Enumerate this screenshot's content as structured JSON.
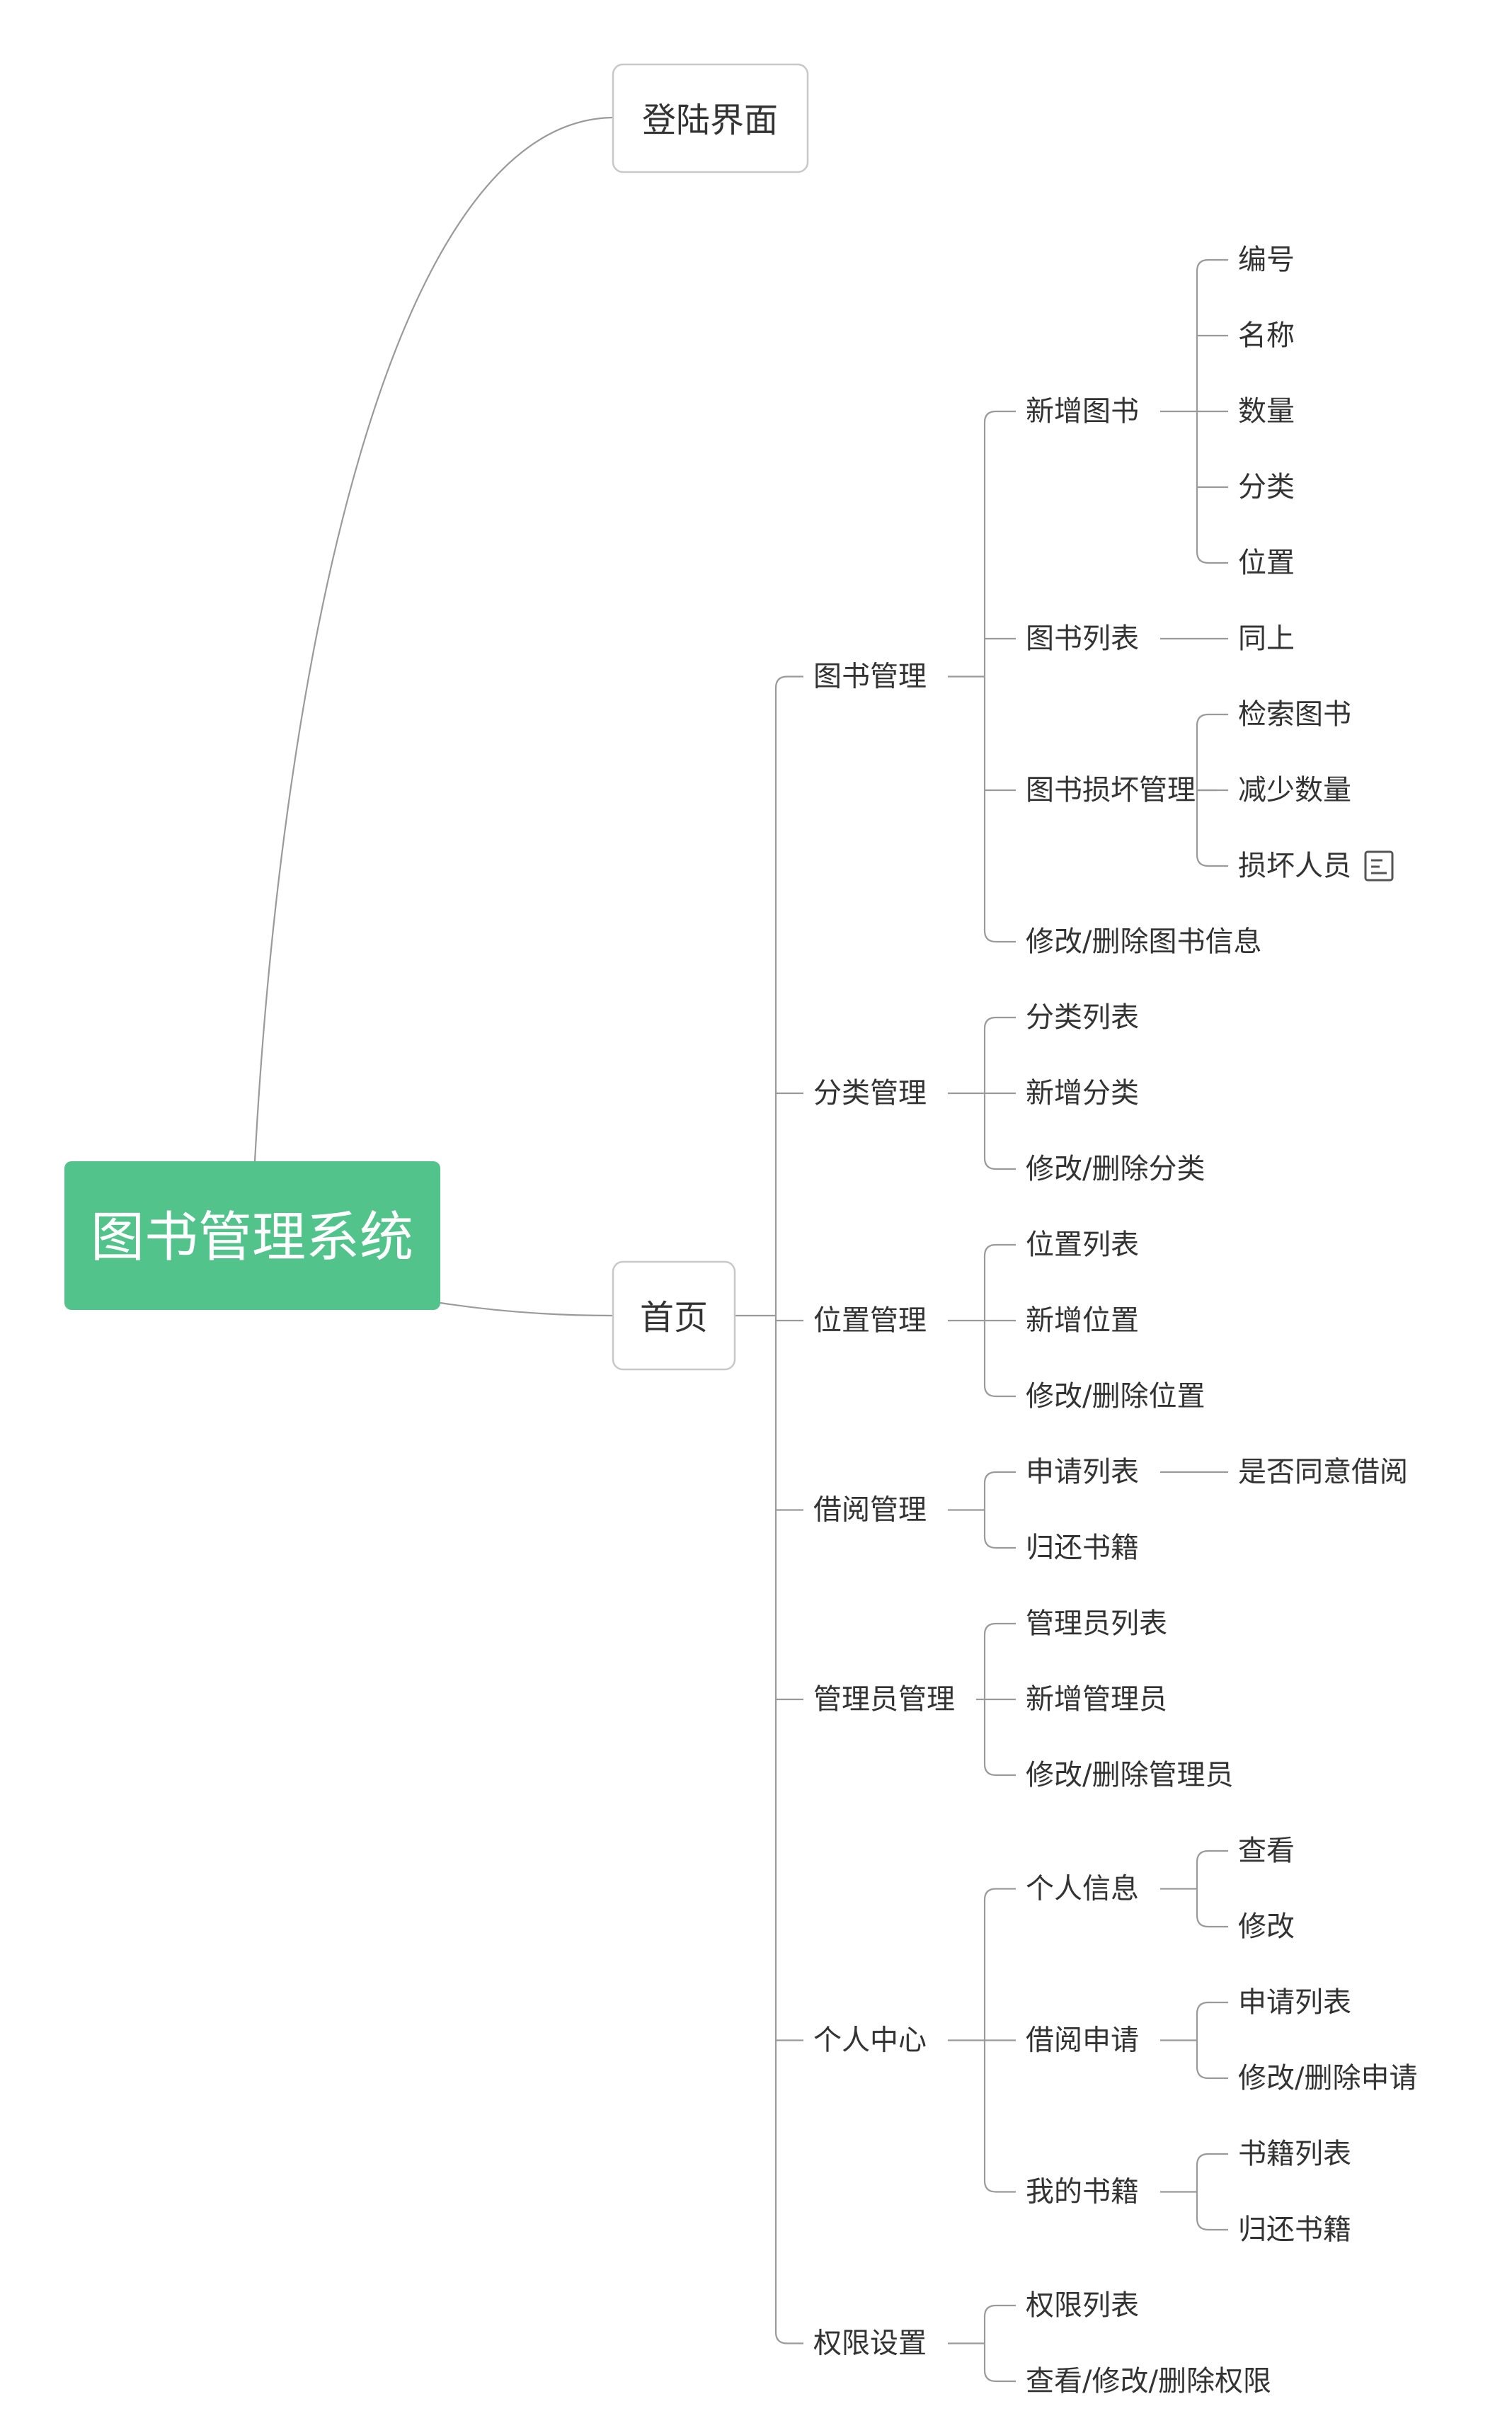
{
  "colors": {
    "root": "#52c48b",
    "line": "#9a9a9a",
    "text": "#333333",
    "box_border": "#c8c8c8"
  },
  "root": {
    "label": "图书管理系统"
  },
  "login": {
    "label": "登陆界面"
  },
  "home": {
    "label": "首页",
    "sections": [
      {
        "label": "图书管理",
        "children": [
          {
            "label": "新增图书",
            "children": [
              {
                "label": "编号"
              },
              {
                "label": "名称"
              },
              {
                "label": "数量"
              },
              {
                "label": "分类"
              },
              {
                "label": "位置"
              }
            ]
          },
          {
            "label": "图书列表",
            "children": [
              {
                "label": "同上"
              }
            ]
          },
          {
            "label": "图书损坏管理",
            "children": [
              {
                "label": "检索图书"
              },
              {
                "label": "减少数量"
              },
              {
                "label": "损坏人员",
                "icon": "note-icon"
              }
            ]
          },
          {
            "label": "修改/删除图书信息"
          }
        ]
      },
      {
        "label": "分类管理",
        "children": [
          {
            "label": "分类列表"
          },
          {
            "label": "新增分类"
          },
          {
            "label": "修改/删除分类"
          }
        ]
      },
      {
        "label": "位置管理",
        "children": [
          {
            "label": "位置列表"
          },
          {
            "label": "新增位置"
          },
          {
            "label": "修改/删除位置"
          }
        ]
      },
      {
        "label": "借阅管理",
        "children": [
          {
            "label": "申请列表",
            "children": [
              {
                "label": "是否同意借阅"
              }
            ]
          },
          {
            "label": "归还书籍"
          }
        ]
      },
      {
        "label": "管理员管理",
        "children": [
          {
            "label": "管理员列表"
          },
          {
            "label": "新增管理员"
          },
          {
            "label": "修改/删除管理员"
          }
        ]
      },
      {
        "label": "个人中心",
        "children": [
          {
            "label": "个人信息",
            "children": [
              {
                "label": "查看"
              },
              {
                "label": "修改"
              }
            ]
          },
          {
            "label": "借阅申请",
            "children": [
              {
                "label": "申请列表"
              },
              {
                "label": "修改/删除申请"
              }
            ]
          },
          {
            "label": "我的书籍",
            "children": [
              {
                "label": "书籍列表"
              },
              {
                "label": "归还书籍"
              }
            ]
          }
        ]
      },
      {
        "label": "权限设置",
        "children": [
          {
            "label": "权限列表"
          },
          {
            "label": "查看/修改/删除权限"
          }
        ]
      }
    ]
  }
}
